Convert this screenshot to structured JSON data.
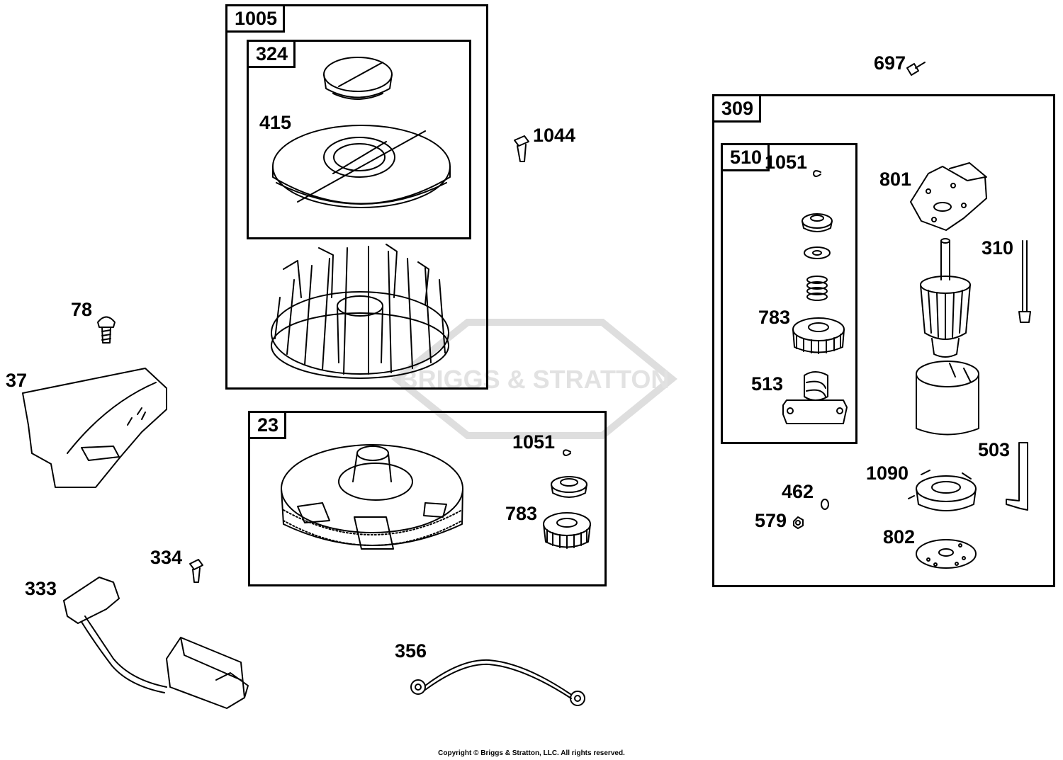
{
  "watermark": {
    "text": "BRIGGS & STRATTON",
    "color": "#d9d9d9"
  },
  "copyright": "Copyright © Briggs & Stratton, LLC. All rights reserved.",
  "boxes": {
    "b1005": "1005",
    "b324": "324",
    "b23": "23",
    "b309": "309",
    "b510": "510"
  },
  "labels": {
    "l415": "415",
    "l1044": "1044",
    "l697": "697",
    "l78": "78",
    "l37": "37",
    "l1051a": "1051",
    "l783a": "783",
    "l334": "334",
    "l333": "333",
    "l356": "356",
    "l1051b": "1051",
    "l783b": "783",
    "l513": "513",
    "l801": "801",
    "l310": "310",
    "l503": "503",
    "l1090": "1090",
    "l462": "462",
    "l579": "579",
    "l802": "802"
  }
}
